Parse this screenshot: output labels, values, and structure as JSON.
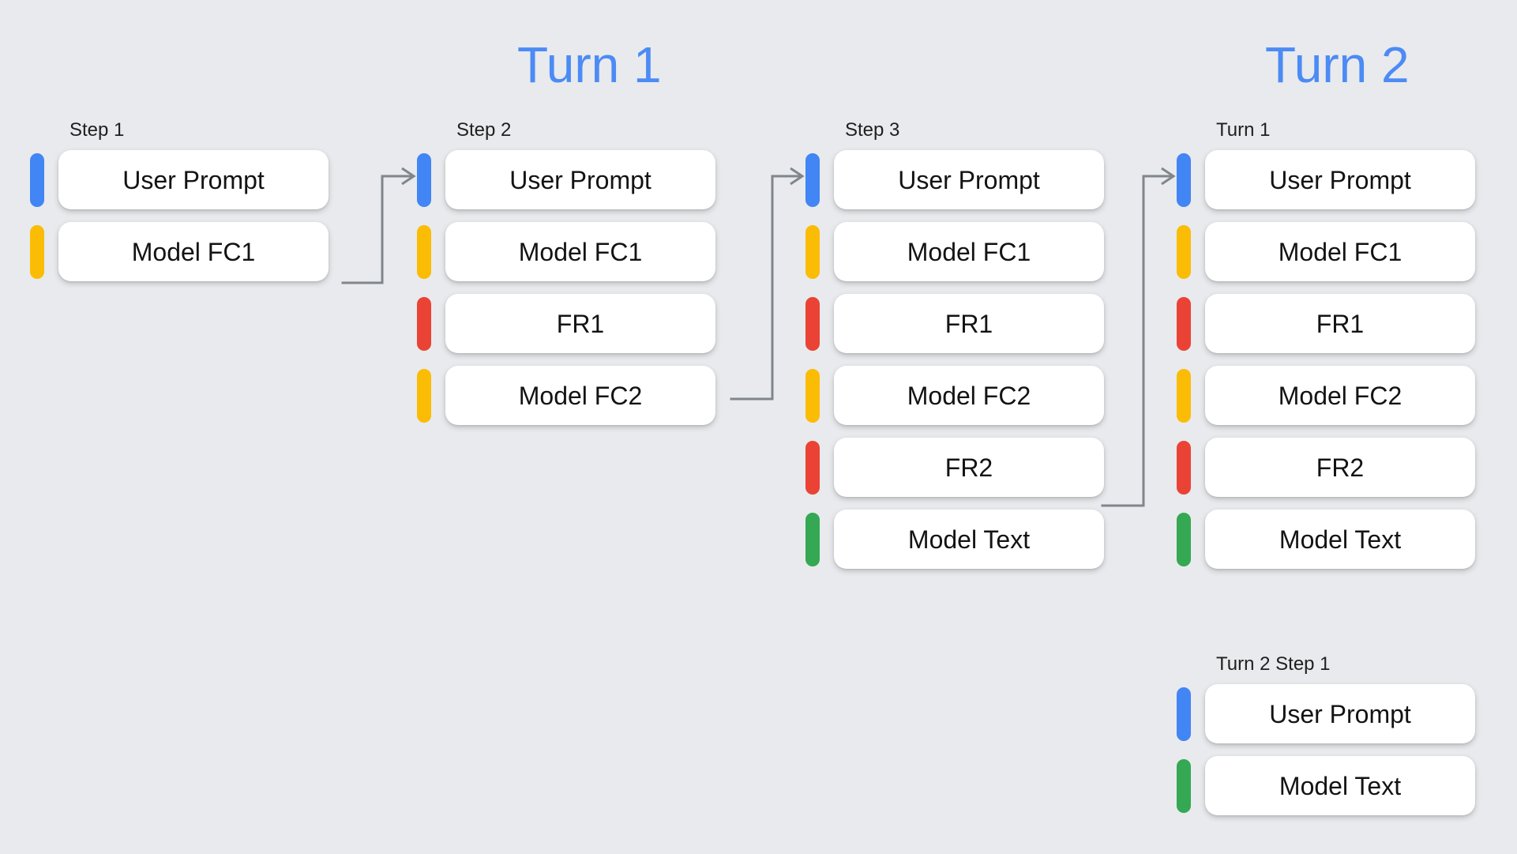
{
  "background_color": "#E8EAED",
  "accent_color": "#4C8BF5",
  "role_colors": {
    "user": "#4285F4",
    "function_call": "#FBBC05",
    "function_response": "#EA4335",
    "model_text": "#34A853"
  },
  "headings": {
    "turn_1": "Turn 1",
    "turn_2": "Turn 2"
  },
  "columns": [
    {
      "id": "step-1",
      "label": "Step 1",
      "rows": [
        {
          "label": "User Prompt",
          "color": "blue"
        },
        {
          "label": "Model FC1",
          "color": "yellow"
        }
      ]
    },
    {
      "id": "step-2",
      "label": "Step 2",
      "rows": [
        {
          "label": "User Prompt",
          "color": "blue"
        },
        {
          "label": "Model FC1",
          "color": "yellow"
        },
        {
          "label": "FR1",
          "color": "red"
        },
        {
          "label": "Model FC2",
          "color": "yellow"
        }
      ]
    },
    {
      "id": "step-3",
      "label": "Step 3",
      "rows": [
        {
          "label": "User Prompt",
          "color": "blue"
        },
        {
          "label": "Model FC1",
          "color": "yellow"
        },
        {
          "label": "FR1",
          "color": "red"
        },
        {
          "label": "Model FC2",
          "color": "yellow"
        },
        {
          "label": "FR2",
          "color": "red"
        },
        {
          "label": "Model Text",
          "color": "green"
        }
      ]
    },
    {
      "id": "turn1",
      "label": "Turn 1",
      "rows": [
        {
          "label": "User Prompt",
          "color": "blue"
        },
        {
          "label": "Model FC1",
          "color": "yellow"
        },
        {
          "label": "FR1",
          "color": "red"
        },
        {
          "label": "Model FC2",
          "color": "yellow"
        },
        {
          "label": "FR2",
          "color": "red"
        },
        {
          "label": "Model Text",
          "color": "green"
        }
      ]
    },
    {
      "id": "turn2-step1",
      "label": "Turn 2 Step 1",
      "rows": [
        {
          "label": "User Prompt",
          "color": "blue"
        },
        {
          "label": "Model Text",
          "color": "green"
        }
      ]
    }
  ],
  "connectors": [
    {
      "id": "connector-1",
      "from": "step-1.Model FC1",
      "to": "step-2.User Prompt"
    },
    {
      "id": "connector-2",
      "from": "step-2.Model FC2",
      "to": "step-3.User Prompt"
    },
    {
      "id": "connector-3",
      "from": "step-3.FR2",
      "to": "turn1.User Prompt"
    }
  ]
}
